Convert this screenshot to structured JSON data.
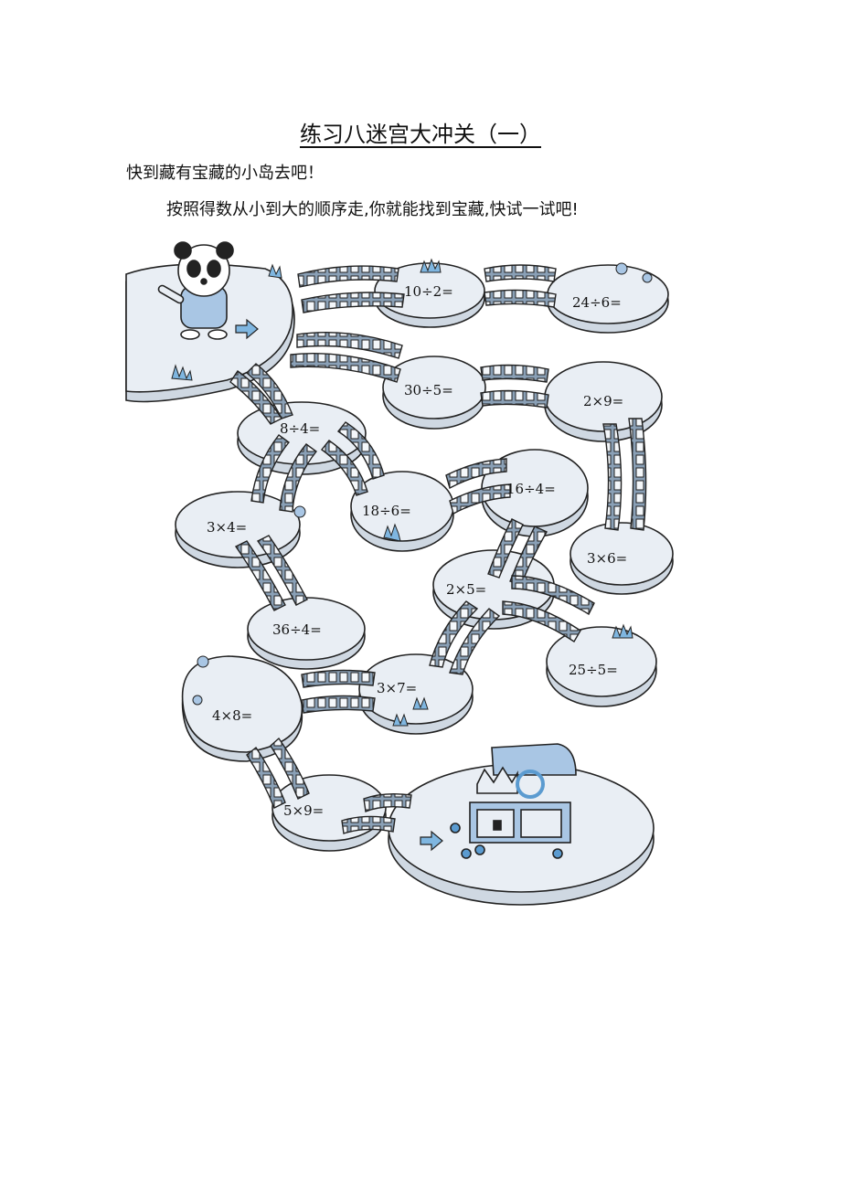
{
  "title": "练习八迷宫大冲关（一）",
  "intro": "快到藏有宝藏的小岛去吧！",
  "instruction": "按照得数从小到大的顺序走,你就能找到宝藏,快试一试吧!",
  "problems": {
    "p1": "10÷2=",
    "p2": "24÷6=",
    "p3": "30÷5=",
    "p4": "2×9=",
    "p5": "8÷4=",
    "p6": "18÷6=",
    "p7": "16÷4=",
    "p8": "3×4=",
    "p9": "3×6=",
    "p10": "2×5=",
    "p11": "36÷4=",
    "p12": "25÷5=",
    "p13": "3×7=",
    "p14": "4×8=",
    "p15": "5×9="
  },
  "colors": {
    "ice": "#e9eef4",
    "ice_shadow": "#cfd8e2",
    "accent": "#7fb6e0",
    "line": "#222222"
  }
}
